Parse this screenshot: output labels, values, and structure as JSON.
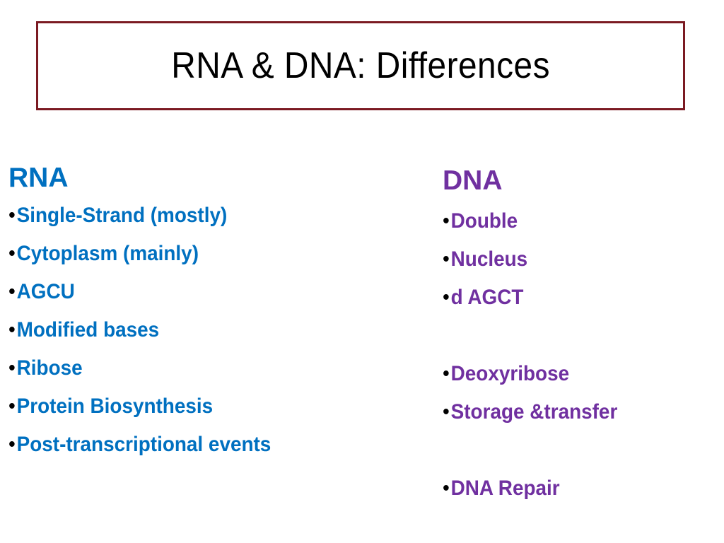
{
  "slide": {
    "title": "RNA & DNA: Differences"
  },
  "colors": {
    "title_border": "#7b1a22",
    "rna_text": "#0070c0",
    "dna_text": "#7030a0"
  },
  "rna": {
    "heading": "RNA",
    "items": [
      "Single-Strand (mostly)",
      "Cytoplasm (mainly)",
      "AGCU",
      "Modified bases",
      "Ribose",
      "Protein Biosynthesis",
      "Post-transcriptional events"
    ]
  },
  "dna": {
    "heading": "DNA",
    "items": [
      "Double",
      "Nucleus",
      "d AGCT",
      "",
      "Deoxyribose",
      "Storage &transfer",
      "",
      "DNA Repair"
    ]
  },
  "bullet_char": "•"
}
